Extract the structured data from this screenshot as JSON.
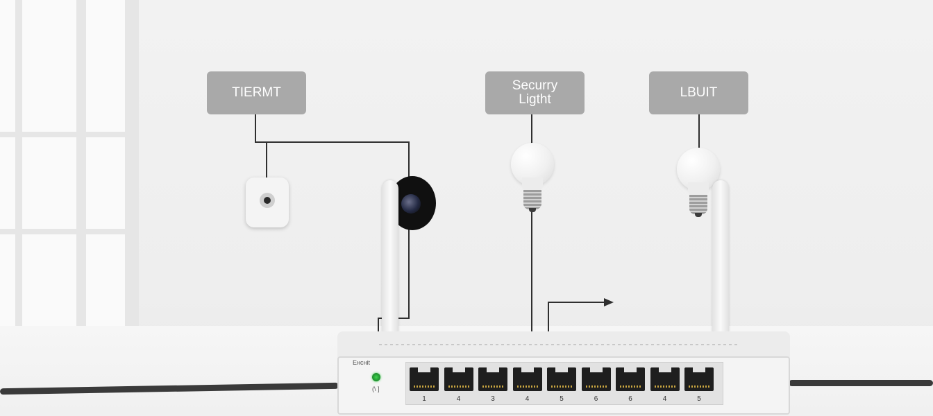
{
  "labels": {
    "terminal": "TIERMT",
    "security_light": "Securry\nLigtht",
    "light": "LBUIT"
  },
  "router": {
    "brand": "Eнснit",
    "led_label": "(\\ ]",
    "ports": [
      "1",
      "4",
      "3",
      "4",
      "5",
      "6",
      "6",
      "4",
      "5"
    ]
  },
  "colors": {
    "label_box": "#a9a9a9",
    "led": "#3ed34e",
    "wire": "#2f2f2f"
  },
  "devices": [
    {
      "type": "sensor",
      "icon": "motion-sensor-icon"
    },
    {
      "type": "camera",
      "icon": "camera-icon"
    },
    {
      "type": "bulb",
      "icon": "light-bulb-icon"
    },
    {
      "type": "bulb",
      "icon": "light-bulb-icon"
    }
  ]
}
